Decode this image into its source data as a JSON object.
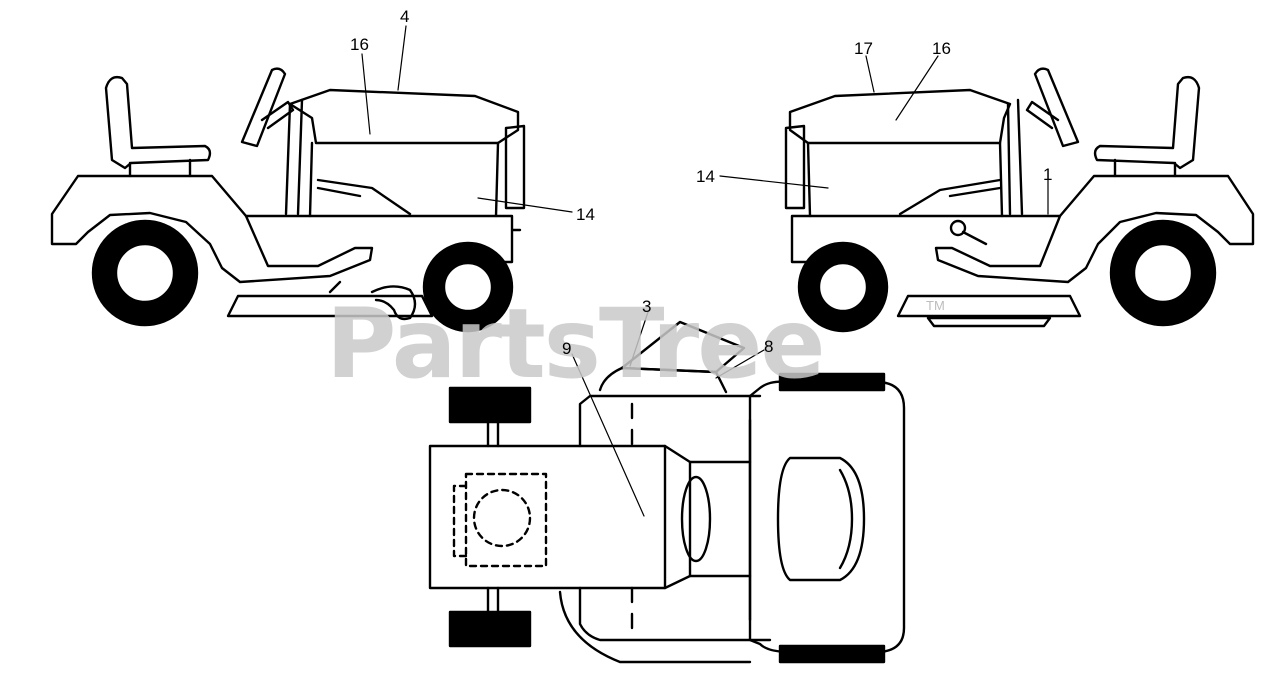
{
  "watermark": {
    "text": "PartsTree",
    "trademark": "TM"
  },
  "callouts": [
    {
      "id": "c4",
      "label": "4"
    },
    {
      "id": "c16a",
      "label": "16"
    },
    {
      "id": "c14a",
      "label": "14"
    },
    {
      "id": "c17",
      "label": "17"
    },
    {
      "id": "c16b",
      "label": "16"
    },
    {
      "id": "c14b",
      "label": "14"
    },
    {
      "id": "c1",
      "label": "1"
    },
    {
      "id": "c3",
      "label": "3"
    },
    {
      "id": "c8",
      "label": "8"
    },
    {
      "id": "c9",
      "label": "9"
    }
  ],
  "colors": {
    "line": "#000000",
    "background": "#ffffff",
    "watermark": "#c9c9c9"
  }
}
